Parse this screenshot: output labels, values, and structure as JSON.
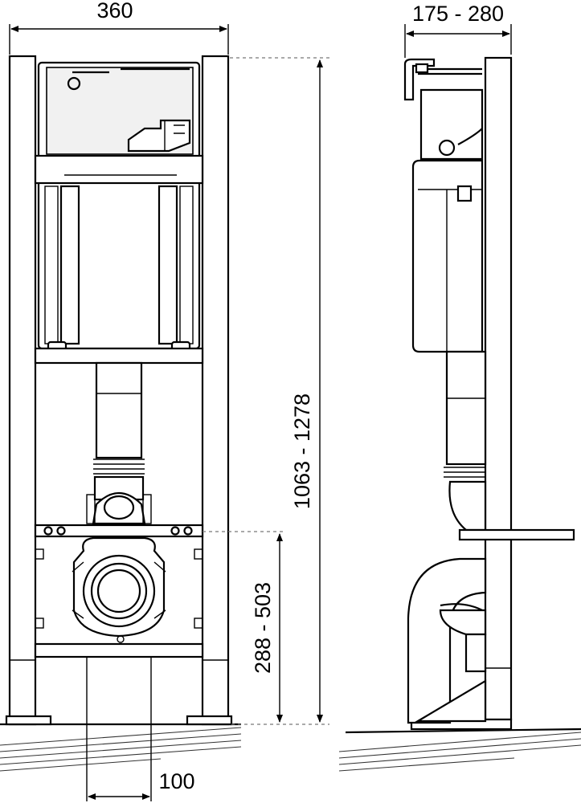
{
  "dimensions": {
    "frame_width": "360",
    "mount_depth": "175 - 280",
    "frame_height": "1063 - 1278",
    "outlet_height": "288 - 503",
    "pipe_offset": "100"
  },
  "views": [
    "front",
    "side"
  ]
}
